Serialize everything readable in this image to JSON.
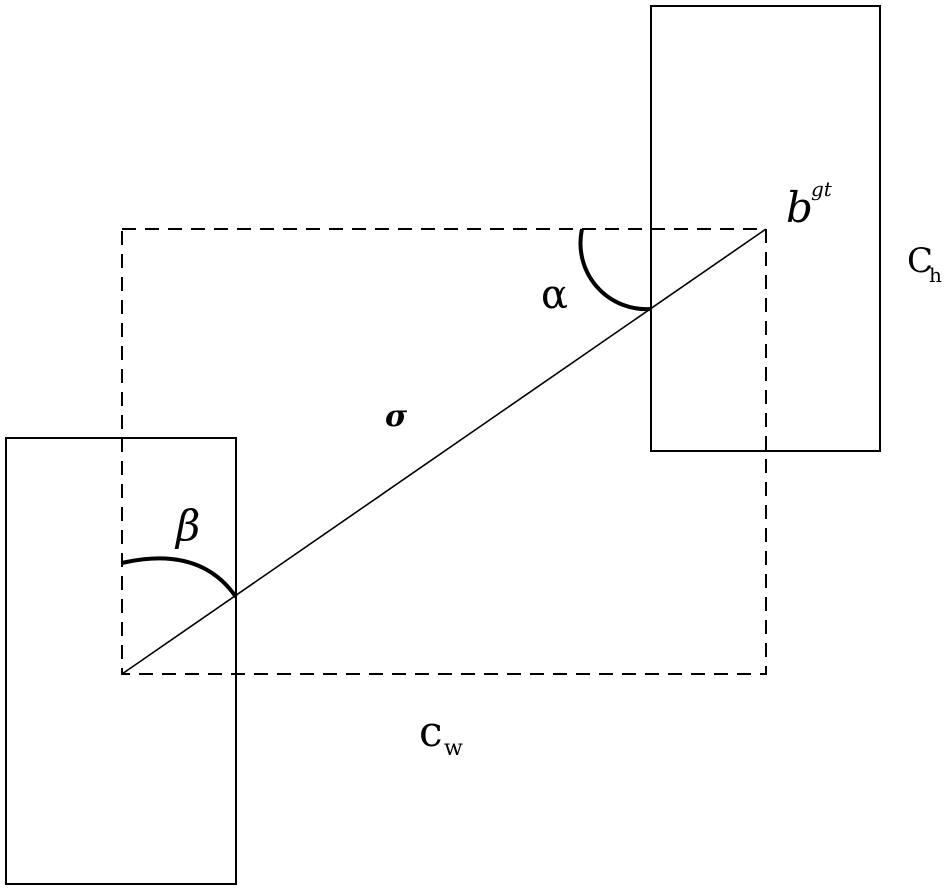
{
  "diagram": {
    "labels": {
      "box_gt": "b",
      "box_gt_superscript": "gt",
      "angle_alpha": "α",
      "angle_beta": "β",
      "distance": "σ",
      "enclosing_height": "C",
      "enclosing_height_subscript": "h",
      "enclosing_width": "c",
      "enclosing_width_subscript": "w"
    },
    "colors": {
      "stroke": "#000000",
      "background": "#ffffff"
    }
  }
}
